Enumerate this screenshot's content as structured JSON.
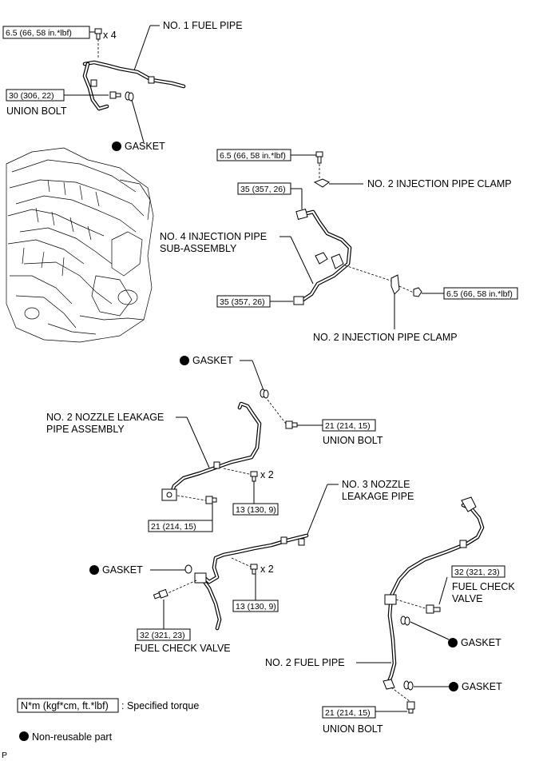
{
  "labels": {
    "no1_fuel_pipe": "NO. 1 FUEL PIPE",
    "union_bolt_1": "UNION BOLT",
    "gasket_1": "GASKET",
    "no2_injection_pipe_clamp_top": "NO. 2 INJECTION PIPE CLAMP",
    "no4_injection_pipe_line1": "NO. 4 INJECTION PIPE",
    "no4_injection_pipe_line2": "SUB-ASSEMBLY",
    "no2_injection_pipe_clamp_bottom": "NO. 2 INJECTION PIPE CLAMP",
    "gasket_2": "GASKET",
    "no2_nozzle_leakage_line1": "NO. 2 NOZZLE LEAKAGE",
    "no2_nozzle_leakage_line2": "PIPE ASSEMBLY",
    "union_bolt_2": "UNION BOLT",
    "qty_x2_a": "x 2",
    "no3_nozzle_leakage_line1": "NO. 3 NOZZLE",
    "no3_nozzle_leakage_line2": "LEAKAGE PIPE",
    "gasket_3": "GASKET",
    "qty_x2_b": "x 2",
    "fuel_check_valve_left": "FUEL CHECK VALVE",
    "fuel_check_valve_right_line1": "FUEL CHECK",
    "fuel_check_valve_right_line2": "VALVE",
    "gasket_4": "GASKET",
    "no2_fuel_pipe": "NO. 2 FUEL PIPE",
    "gasket_5": "GASKET",
    "union_bolt_3": "UNION BOLT",
    "qty_x4": "x 4"
  },
  "torques": {
    "t1": "6.5 (66, 58 in.*lbf)",
    "t2": "30 (306, 22)",
    "t3": "6.5 (66, 58 in.*lbf)",
    "t4": "35 (357, 26)",
    "t5": "35 (357, 26)",
    "t6": "6.5 (66, 58 in.*lbf)",
    "t7": "21 (214, 15)",
    "t8": "21 (214, 15)",
    "t9": "13 (130, 9)",
    "t10": "13 (130, 9)",
    "t11": "32 (321, 23)",
    "t12": "32 (321, 23)",
    "t13": "21 (214, 15)"
  },
  "legend": {
    "torque_unit": "N*m (kgf*cm, ft.*lbf)",
    "torque_desc": ": Specified torque",
    "non_reusable": "Non-reusable part"
  },
  "footer": {
    "code": "P"
  }
}
